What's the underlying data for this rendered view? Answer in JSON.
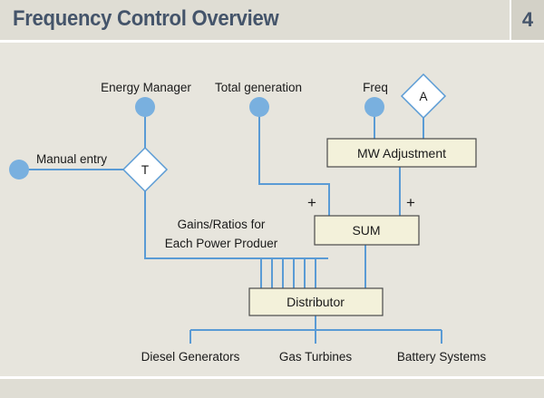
{
  "header": {
    "title": "Frequency Control Overview",
    "page_number": "4"
  },
  "diagram": {
    "inputs": {
      "energy_manager": "Energy Manager",
      "total_generation": "Total generation",
      "freq": "Freq",
      "manual_entry": "Manual entry"
    },
    "diamonds": {
      "t": "T",
      "a": "A"
    },
    "boxes": {
      "mw_adjustment": "MW Adjustment",
      "sum": "SUM",
      "distributor": "Distributor"
    },
    "gains_label_line1": "Gains/Ratios for",
    "gains_label_line2": "Each Power Produer",
    "sum_signs": {
      "left": "+",
      "right": "+"
    },
    "outputs": {
      "diesel": "Diesel Generators",
      "gas": "Gas Turbines",
      "battery": "Battery Systems"
    },
    "colors": {
      "line": "#5a9bd5",
      "node": "#79b0df",
      "box_fill": "#f3f1da",
      "title": "#44546a"
    }
  }
}
